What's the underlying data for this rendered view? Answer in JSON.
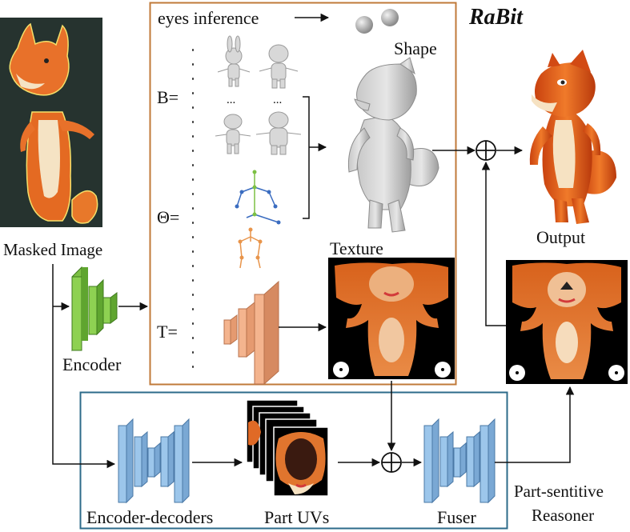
{
  "title": "RaBit",
  "labels": {
    "masked_image": "Masked Image",
    "encoder": "Encoder",
    "eyes_inference": "eyes inference",
    "shape": "Shape",
    "texture": "Texture",
    "output": "Output",
    "encoder_decoders": "Encoder-decoders",
    "part_uvs": "Part UVs",
    "fuser": "Fuser",
    "reasoner_line1": "Part-sentitive",
    "reasoner_line2": "Reasoner"
  },
  "parameters": {
    "B": "B=",
    "Theta": "Θ=",
    "T": "T="
  },
  "ellipsis": "...",
  "icons": {
    "combine": "circled-plus-icon"
  },
  "colors": {
    "rabit_box": "#c07a3a",
    "reasoner_box": "#2d6b8a",
    "encoder_green": "#7cc043",
    "net_blue": "#8ab8df",
    "texture_orange": "#f0a983",
    "fox_orange": "#e65a1a",
    "skeleton_blue": "#3a6cc0",
    "skeleton_orange": "#e8944a",
    "skeleton_green": "#7cc043"
  }
}
